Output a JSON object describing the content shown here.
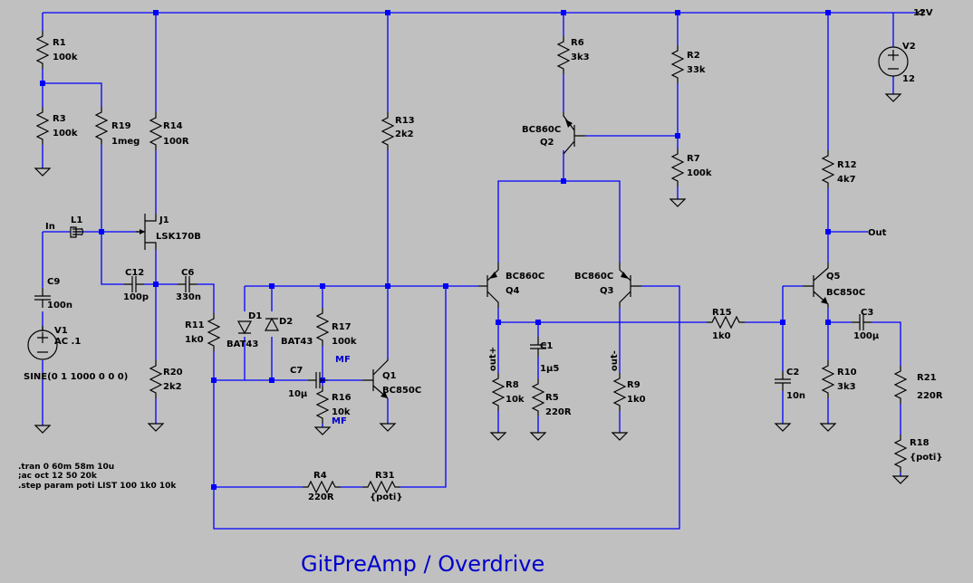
{
  "title": "GitPreAmp / Overdrive",
  "net_labels": {
    "supply": "12V",
    "input": "In",
    "output": "Out",
    "out_plus": "out+",
    "out_minus": "out-"
  },
  "components": {
    "R1": {
      "name": "R1",
      "value": "100k"
    },
    "R3": {
      "name": "R3",
      "value": "100k"
    },
    "R19": {
      "name": "R19",
      "value": "1meg"
    },
    "R14": {
      "name": "R14",
      "value": "100R"
    },
    "R13": {
      "name": "R13",
      "value": "2k2"
    },
    "R6": {
      "name": "R6",
      "value": "3k3"
    },
    "R2": {
      "name": "R2",
      "value": "33k"
    },
    "R7": {
      "name": "R7",
      "value": "100k"
    },
    "R12": {
      "name": "R12",
      "value": "4k7"
    },
    "R11": {
      "name": "R11",
      "value": "1k0"
    },
    "R20": {
      "name": "R20",
      "value": "2k2"
    },
    "R17": {
      "name": "R17",
      "value": "100k"
    },
    "R16": {
      "name": "R16",
      "value": "10k"
    },
    "R8": {
      "name": "R8",
      "value": "10k"
    },
    "R5": {
      "name": "R5",
      "value": "220R"
    },
    "R9": {
      "name": "R9",
      "value": "1k0"
    },
    "R15": {
      "name": "R15",
      "value": "1k0"
    },
    "R10": {
      "name": "R10",
      "value": "3k3"
    },
    "R21": {
      "name": "R21",
      "value": "220R"
    },
    "R18": {
      "name": "R18",
      "value": "{poti}"
    },
    "R4": {
      "name": "R4",
      "value": "220R"
    },
    "R31": {
      "name": "R31",
      "value": "{poti}"
    },
    "C9": {
      "name": "C9",
      "value": "100n"
    },
    "C12": {
      "name": "C12",
      "value": "100p"
    },
    "C6": {
      "name": "C6",
      "value": "330n"
    },
    "C7": {
      "name": "C7",
      "value": "10µ"
    },
    "C1": {
      "name": "C1",
      "value": "1µ5"
    },
    "C2": {
      "name": "C2",
      "value": "10n"
    },
    "C3": {
      "name": "C3",
      "value": "100µ"
    },
    "L1": {
      "name": "L1"
    },
    "J1": {
      "name": "J1",
      "value": "LSK170B"
    },
    "D1": {
      "name": "D1",
      "value": "BAT43"
    },
    "D2": {
      "name": "D2",
      "value": "BAT43"
    },
    "Q1": {
      "name": "Q1",
      "value": "BC850C"
    },
    "Q2": {
      "name": "Q2",
      "value": "BC860C"
    },
    "Q3": {
      "name": "Q3",
      "value": "BC860C"
    },
    "Q4": {
      "name": "Q4",
      "value": "BC860C"
    },
    "Q5": {
      "name": "Q5",
      "value": "BC850C"
    },
    "V1": {
      "name": "V1",
      "value": "AC .1",
      "function": "SINE(0 1 1000 0 0 0)"
    },
    "V2": {
      "name": "V2",
      "value": "12"
    }
  },
  "model_flags": {
    "r17": "MF",
    "r16": "MF"
  },
  "directives": [
    ".tran 0 60m 58m 10u",
    ";ac oct 12 50 20k",
    ".step param poti LIST 100 1k0 10k"
  ],
  "colors": {
    "background": "#c0c0c0",
    "wire": "#0000ff",
    "component": "#000000",
    "title": "#0000cc"
  }
}
